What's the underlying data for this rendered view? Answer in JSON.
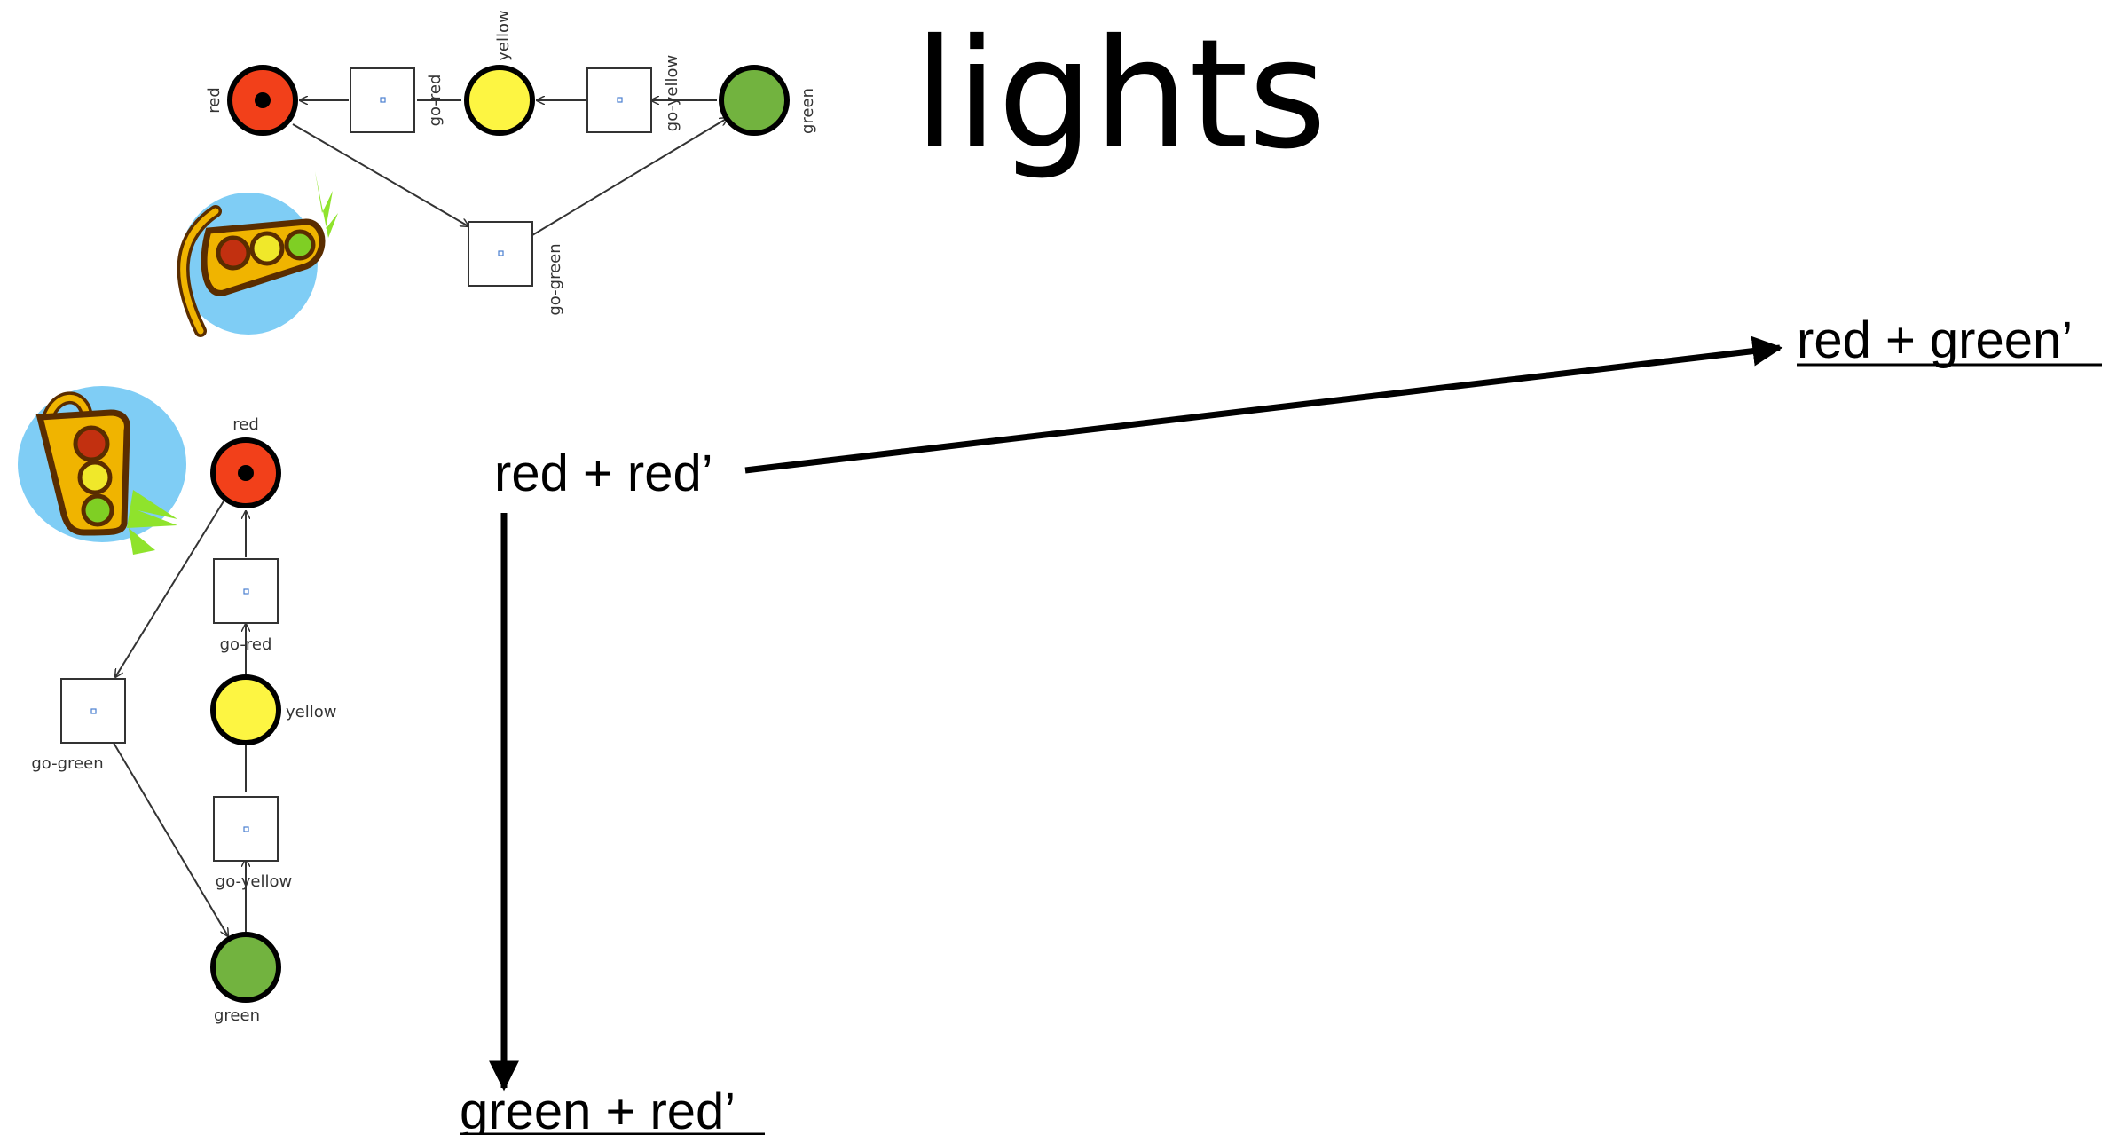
{
  "slide": {
    "title": "lights"
  },
  "net_horizontal": {
    "places": {
      "red": "red",
      "yellow": "yellow",
      "green": "green"
    },
    "transitions": {
      "go_red": "go-red",
      "go_yellow": "go-yellow",
      "go_green": "go-green"
    }
  },
  "net_vertical": {
    "places": {
      "red": "red",
      "yellow": "yellow",
      "green": "green"
    },
    "transitions": {
      "go_red": "go-red",
      "go_yellow": "go-yellow",
      "go_green": "go-green"
    }
  },
  "state_space": {
    "initial": "red + red’",
    "right_successor": "red + green’",
    "down_successor": "green + red’"
  },
  "colors": {
    "red_place": "#f2401a",
    "yellow_place": "#fdf542",
    "green_place": "#72b33f",
    "clipart_sky": "#7fcdf5",
    "clipart_body": "#f0b400",
    "clipart_outline": "#5a2d00"
  }
}
